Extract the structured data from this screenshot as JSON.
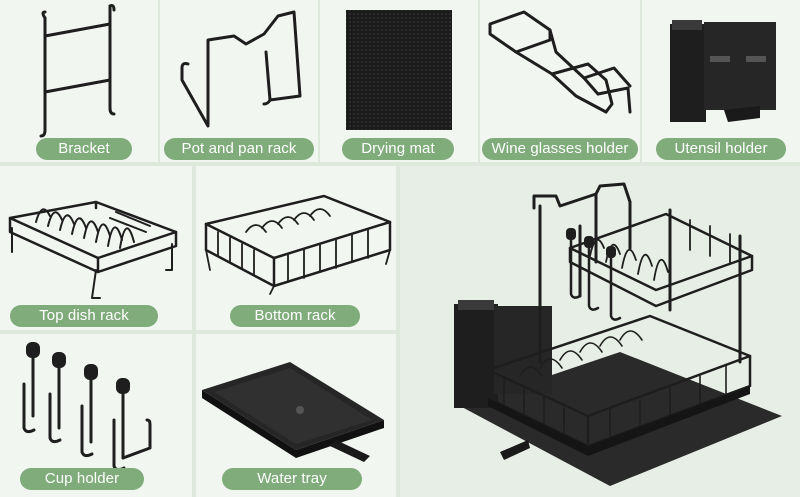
{
  "colors": {
    "background": "#dfe8dc",
    "panel": "#f2f6f1",
    "label_pill": "#7fac7a",
    "label_text": "#ffffff",
    "product": "#1e1e1e"
  },
  "parts": [
    {
      "label": "Bracket"
    },
    {
      "label": "Pot and pan rack"
    },
    {
      "label": "Drying mat"
    },
    {
      "label": "Wine glasses holder"
    },
    {
      "label": "Utensil holder"
    },
    {
      "label": "Top dish rack"
    },
    {
      "label": "Bottom rack"
    },
    {
      "label": "Cup holder"
    },
    {
      "label": "Water tray"
    }
  ]
}
